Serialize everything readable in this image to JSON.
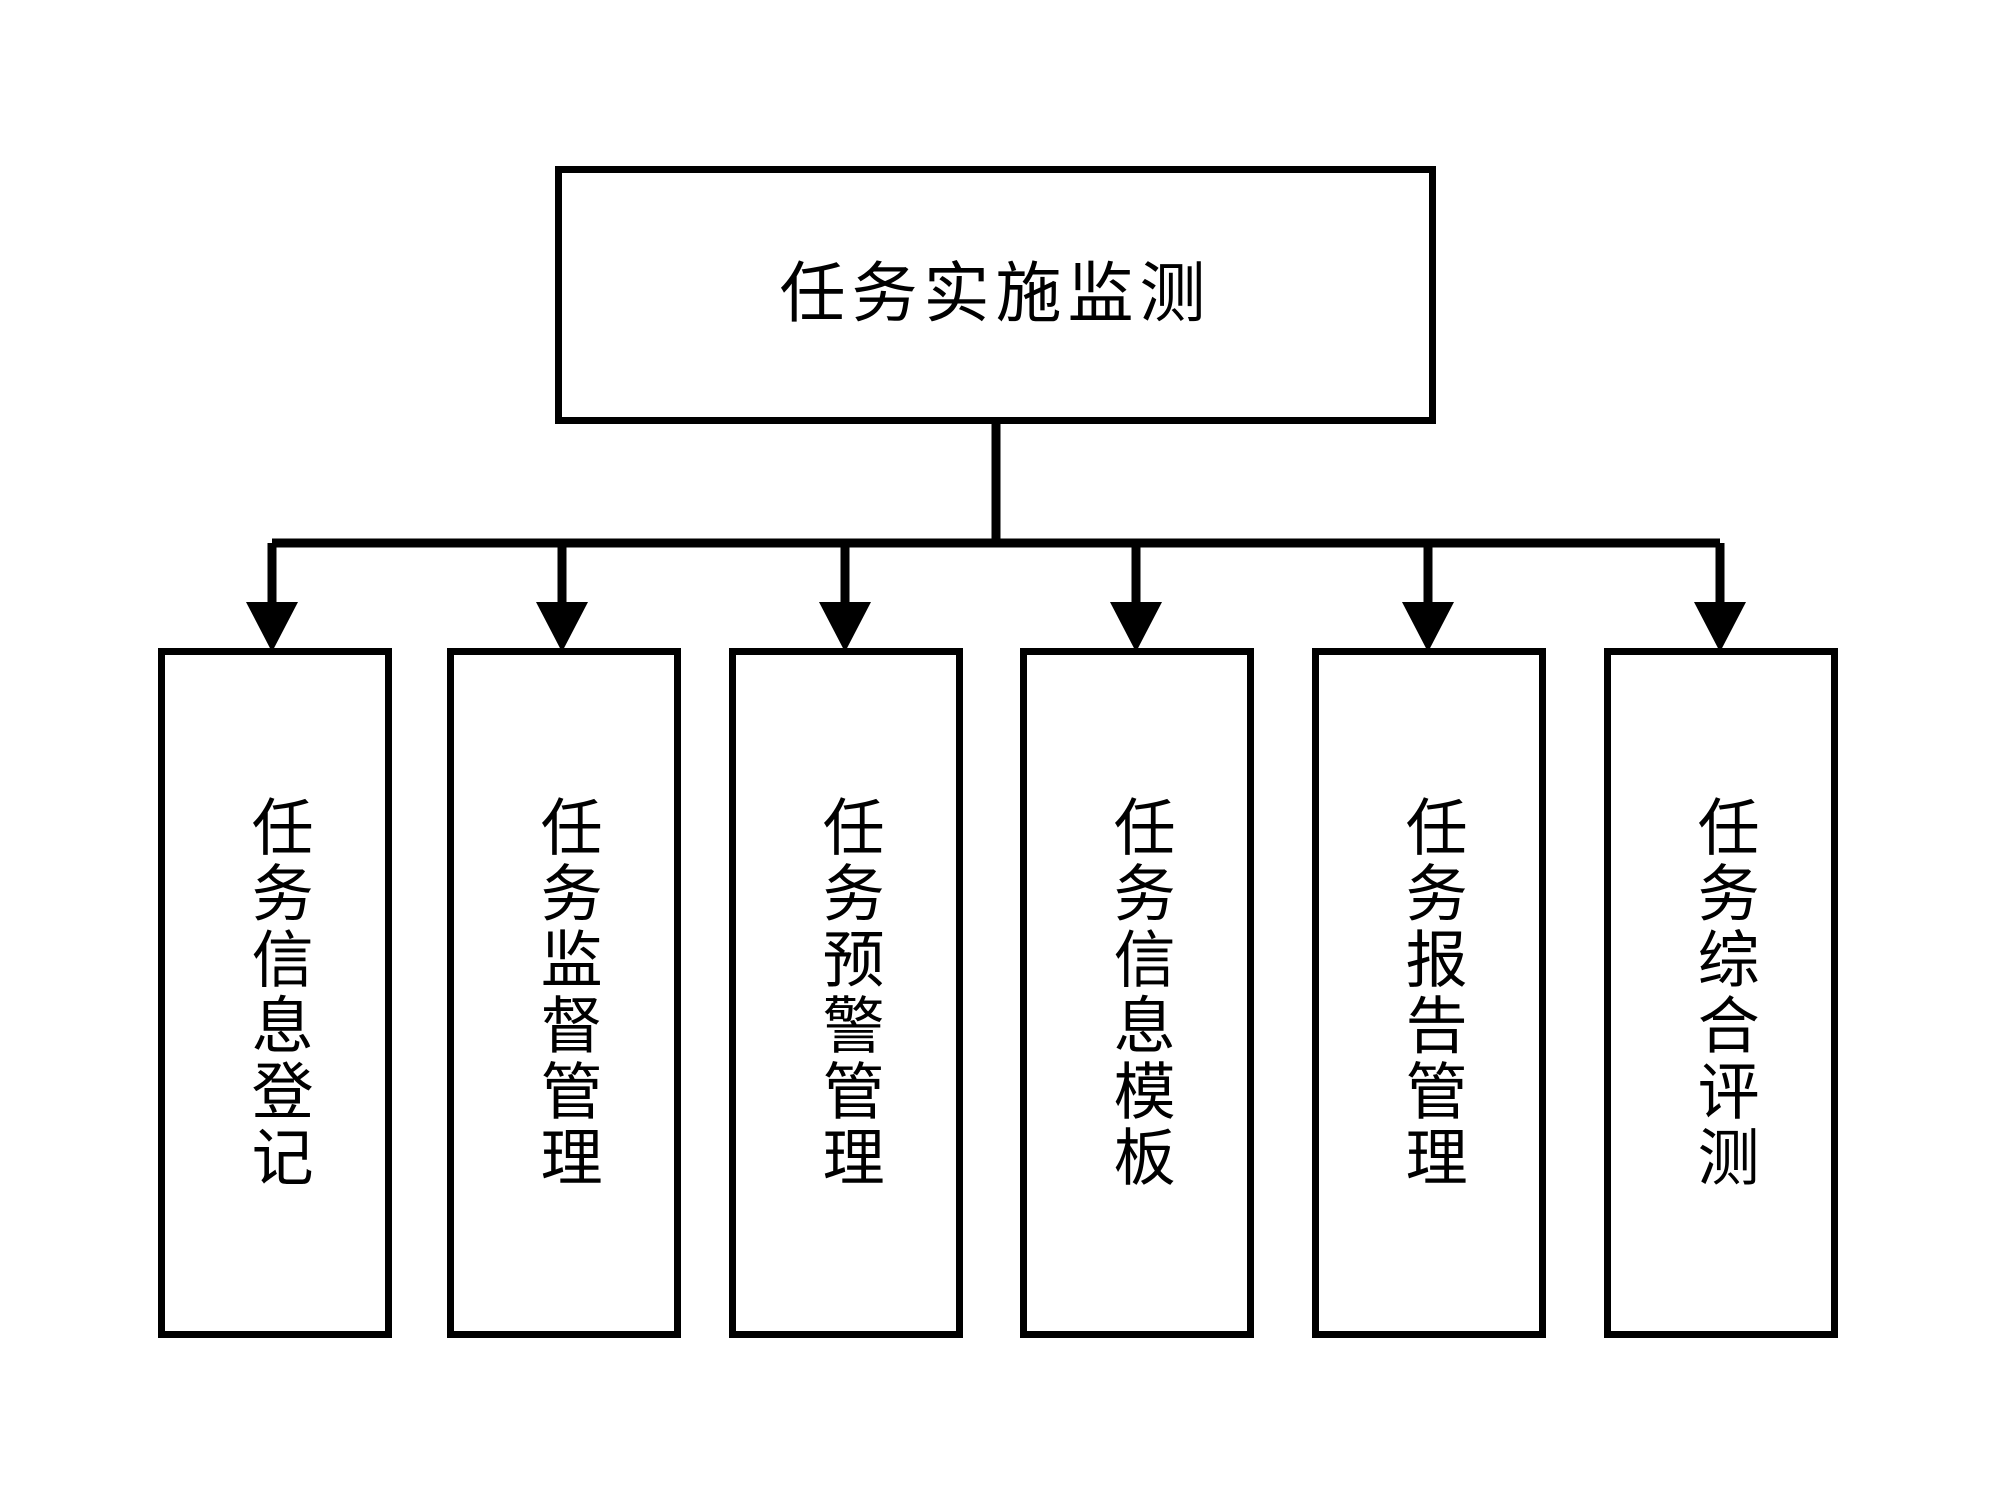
{
  "diagram": {
    "type": "org-chart",
    "orientation": "top-down",
    "root": {
      "label": "任务实施监测",
      "text_direction": "horizontal"
    },
    "children": [
      {
        "label": "任务信息登记",
        "text_direction": "vertical"
      },
      {
        "label": "任务监督管理",
        "text_direction": "vertical"
      },
      {
        "label": "任务预警管理",
        "text_direction": "vertical"
      },
      {
        "label": "任务信息模板",
        "text_direction": "vertical"
      },
      {
        "label": "任务报告管理",
        "text_direction": "vertical"
      },
      {
        "label": "任务综合评测",
        "text_direction": "vertical"
      }
    ],
    "colors": {
      "background": "#ffffff",
      "stroke": "#000000",
      "fill": "#ffffff",
      "text": "#000000"
    },
    "connector": {
      "style": "orthogonal-bus",
      "arrowhead": "filled-triangle",
      "count": 6
    }
  }
}
